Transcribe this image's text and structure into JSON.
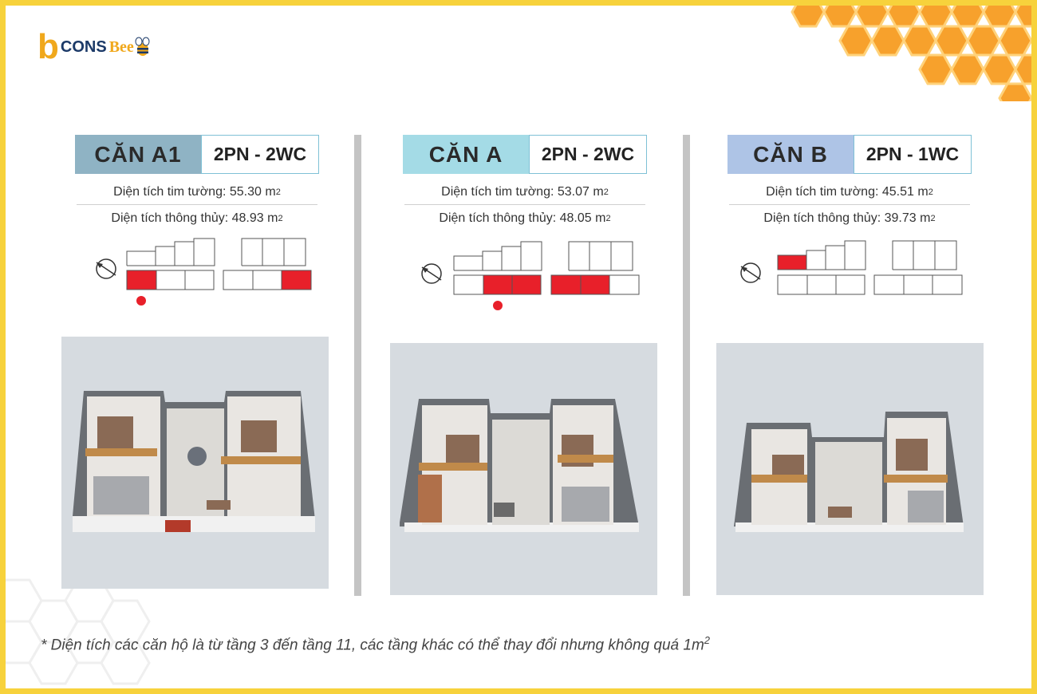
{
  "brand": {
    "b": "b",
    "cons": "CONS",
    "bee": "Bee"
  },
  "colors": {
    "frame": "#f7d23c",
    "honeycomb": "#f7a12c",
    "highlight": "#e8202a",
    "a1_header": "#8fb3c4",
    "a_header": "#a4dbe6",
    "b_header": "#aec4e6"
  },
  "units": [
    {
      "name": "CĂN A1",
      "type": "2PN - 2WC",
      "gross_label": "Diện tích tim tường: 55.30  m",
      "gross_sup": "2",
      "net_label": "Diện tích thông thủy: 48.93 m",
      "net_sup": "2"
    },
    {
      "name": "CĂN A",
      "type": "2PN - 2WC",
      "gross_label": "Diện tích tim tường: 53.07  m",
      "gross_sup": "2",
      "net_label": "Diện tích thông thủy: 48.05 m",
      "net_sup": "2"
    },
    {
      "name": "CĂN B",
      "type": "2PN - 1WC",
      "gross_label": "Diện tích tim tường: 45.51  m",
      "gross_sup": "2",
      "net_label": "Diện tích thông thủy: 39.73 m",
      "net_sup": "2"
    }
  ],
  "footnote": {
    "text": "* Diện tích các căn hộ là từ tầng 3 đến tầng 11, các tầng khác có thể thay đổi nhưng không quá 1m",
    "sup": "2"
  },
  "icons": {
    "compass": "compass-icon",
    "bee": "bee-icon",
    "location": "location-dot-icon"
  }
}
